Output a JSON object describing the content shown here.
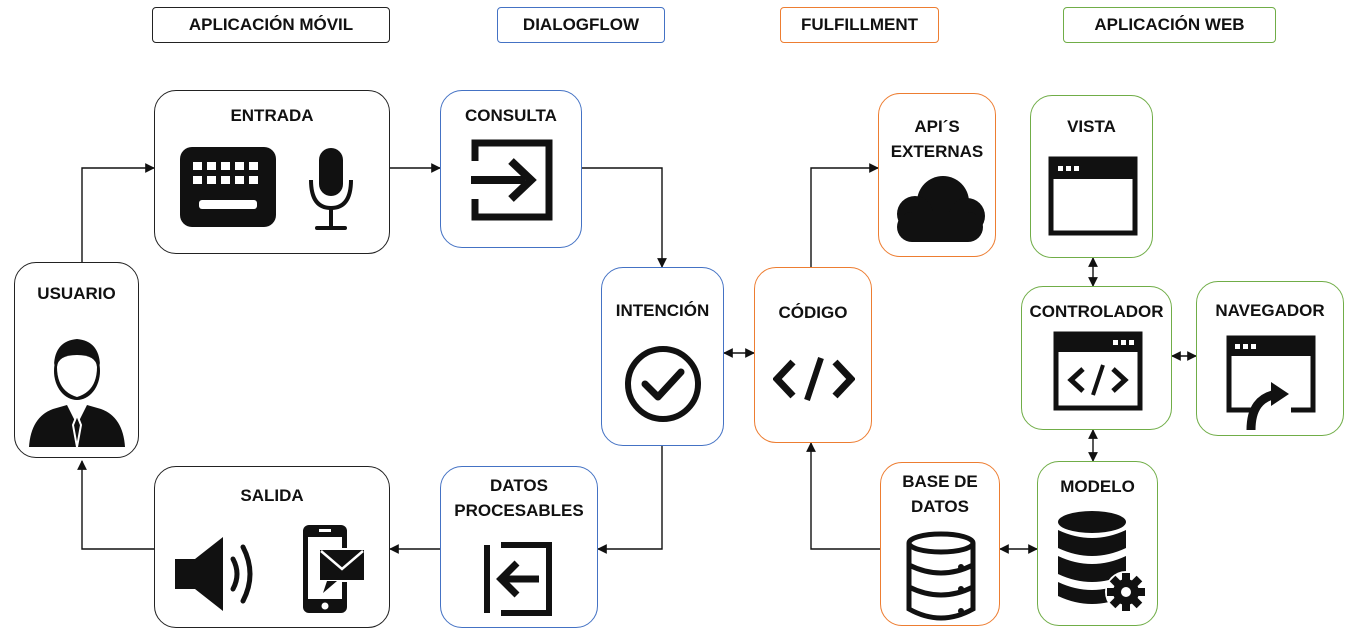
{
  "headers": {
    "movil": "APLICACIÓN MÓVIL",
    "dialogflow": "DIALOGFLOW",
    "fulfillment": "FULFILLMENT",
    "web": "APLICACIÓN WEB"
  },
  "nodes": {
    "usuario": "USUARIO",
    "entrada": "ENTRADA",
    "salida": "SALIDA",
    "consulta": "CONSULTA",
    "intencion": "INTENCIÓN",
    "datos": "DATOS\nPROCESABLES",
    "codigo": "CÓDIGO",
    "apis": "API´S\nEXTERNAS",
    "base": "BASE DE\nDATOS",
    "vista": "VISTA",
    "controlador": "CONTROLADOR",
    "navegador": "NAVEGADOR",
    "modelo": "MODELO"
  },
  "colors": {
    "movil": "#222222",
    "dialogflow": "#4472c4",
    "fulfillment": "#ed7d31",
    "web": "#70ad47"
  }
}
